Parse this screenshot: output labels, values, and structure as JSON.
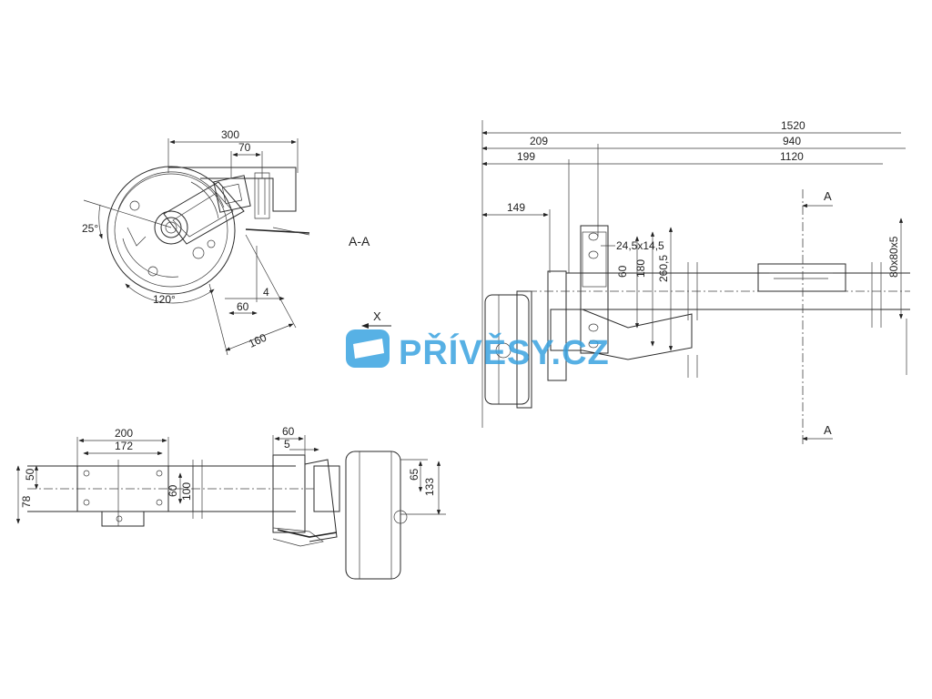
{
  "logo": {
    "text": "PŘÍVĚSY.CZ",
    "color": "#3aa3e0"
  },
  "section_label": "A-A",
  "axis_label": "X",
  "section_marker": "A",
  "top_left_view": {
    "dim_300": "300",
    "dim_70": "70",
    "angle_25": "25°",
    "angle_120": "120°",
    "dim_60": "60",
    "dim_4": "4",
    "dim_160": "160"
  },
  "right_view": {
    "dim_1520": "1520",
    "dim_209": "209",
    "dim_940": "940",
    "dim_199": "199",
    "dim_1120": "1120",
    "dim_149": "149",
    "slot": "24,5x14,5",
    "dim_60": "60",
    "dim_180": "180",
    "dim_260": "260,5",
    "tube": "80x80x5"
  },
  "bottom_view": {
    "dim_200": "200",
    "dim_172": "172",
    "dim_60a": "60",
    "dim_5": "5",
    "dim_50": "50",
    "dim_78": "78",
    "dim_60b": "60",
    "dim_100": "100",
    "dim_65": "65",
    "dim_133": "133"
  }
}
